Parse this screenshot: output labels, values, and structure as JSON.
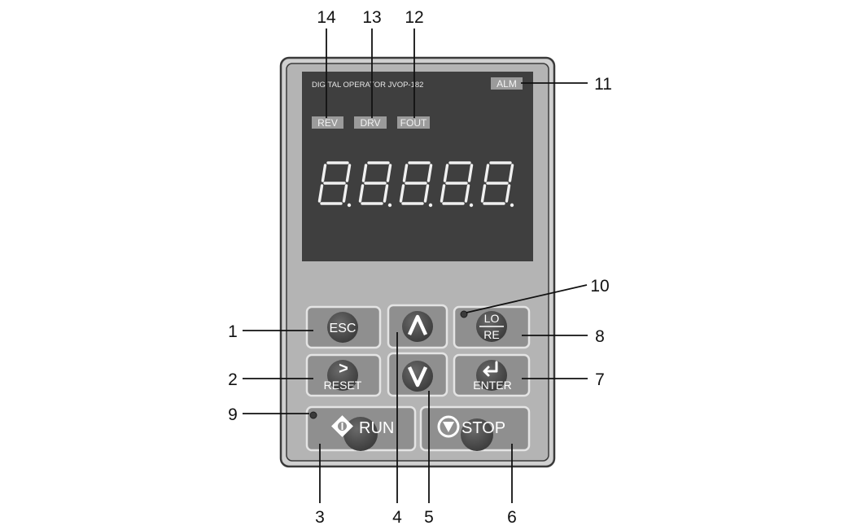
{
  "panel": {
    "model_text": "DIGITAL OPERATOR JVOP-182",
    "indicators": {
      "rev": "REV",
      "drv": "DRV",
      "fout": "FOUT",
      "alm": "ALM"
    },
    "display_digits": "8.8.8.8.8."
  },
  "keys": {
    "esc": "ESC",
    "up": "∧",
    "lo": "LO",
    "re": "RE",
    "reset_arrow": ">",
    "reset": "RESET",
    "down": "∨",
    "enter_arrow": "↵",
    "enter": "ENTER",
    "run": "RUN",
    "stop": "STOP"
  },
  "callouts": {
    "c1": "1",
    "c2": "2",
    "c3": "3",
    "c4": "4",
    "c5": "5",
    "c6": "6",
    "c7": "7",
    "c8": "8",
    "c9": "9",
    "c10": "10",
    "c11": "11",
    "c12": "12",
    "c13": "13",
    "c14": "14"
  },
  "colors": {
    "housing": "#b4b4b4",
    "display": "#3f3f3f",
    "key": "#8f8f8f",
    "key_border": "#e4e4e4",
    "indicator": "#9b9b9b"
  }
}
